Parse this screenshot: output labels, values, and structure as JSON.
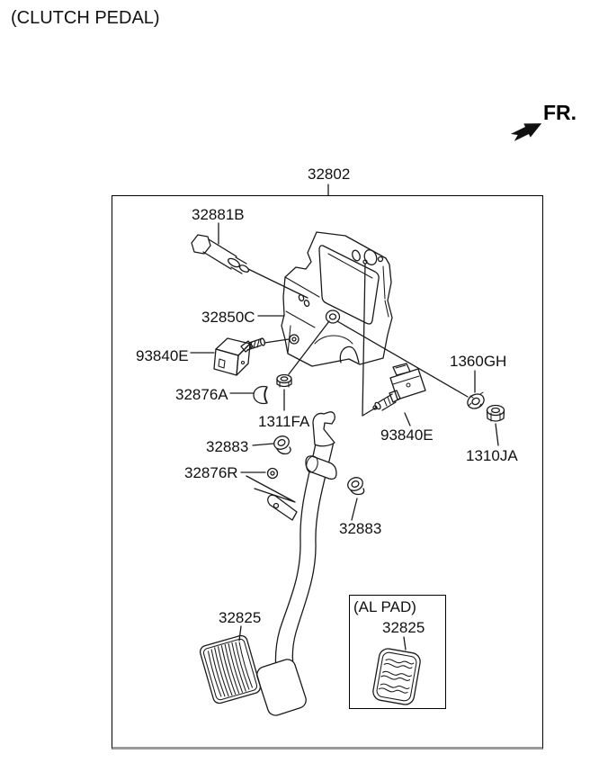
{
  "page": {
    "title": "(CLUTCH PEDAL)",
    "fr_label": "FR."
  },
  "assembly": {
    "part_no": "32802"
  },
  "callouts": {
    "bolt": "32881B",
    "member_bracket": "32850C",
    "switch_left": "93840E",
    "clip": "32876A",
    "nut_flange": "1311FA",
    "washer": "1360GH",
    "switch_right": "93840E",
    "nut_hex": "1310JA",
    "bushing_upper": "32883",
    "stopper_pin": "32876R",
    "bushing_lower": "32883",
    "pedal_pad": "32825",
    "inset": {
      "title": "(AL PAD)",
      "pad": "32825"
    }
  }
}
